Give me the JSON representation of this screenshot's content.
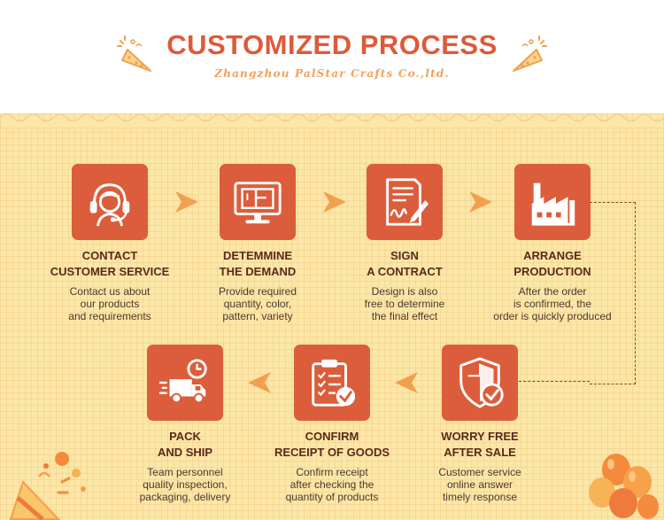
{
  "header": {
    "title": "CUSTOMIZED PROCESS",
    "subtitle": "Zhangzhou PalStar Crafts Co.,ltd."
  },
  "steps": [
    {
      "icon": "headset-agent-icon",
      "title_line1": "CONTACT",
      "title_line2": "CUSTOMER SERVICE",
      "desc_line1": "Contact us about",
      "desc_line2": "our products",
      "desc_line3": "and requirements"
    },
    {
      "icon": "monitor-layout-icon",
      "title_line1": "DETEMMINE",
      "title_line2": "THE DEMAND",
      "desc_line1": "Provide required",
      "desc_line2": "quantity, color,",
      "desc_line3": "pattern, variety"
    },
    {
      "icon": "sign-document-icon",
      "title_line1": "SIGN",
      "title_line2": "A CONTRACT",
      "desc_line1": "Design is also",
      "desc_line2": "free to determine",
      "desc_line3": "the final effect"
    },
    {
      "icon": "factory-icon",
      "title_line1": "ARRANGE",
      "title_line2": "PRODUCTION",
      "desc_line1": "After the order",
      "desc_line2": "is confirmed, the",
      "desc_line3": "order is quickly produced"
    },
    {
      "icon": "shield-check-icon",
      "title_line1": "WORRY FREE",
      "title_line2": "AFTER SALE",
      "desc_line1": "Customer service",
      "desc_line2": "online answer",
      "desc_line3": "timely response"
    },
    {
      "icon": "clipboard-check-icon",
      "title_line1": "CONFIRM",
      "title_line2": "RECEIPT OF GOODS",
      "desc_line1": "Confirm receipt",
      "desc_line2": "after checking the",
      "desc_line3": "quantity of products"
    },
    {
      "icon": "delivery-truck-icon",
      "title_line1": "PACK",
      "title_line2": "AND SHIP",
      "desc_line1": "Team personnel",
      "desc_line2": "quality inspection,",
      "desc_line3": "packaging, delivery"
    }
  ],
  "colors": {
    "accent": "#dc5d3b",
    "background": "#fbe7a7",
    "arrow": "#f0a04f",
    "title": "#dd5a3a",
    "subtitle": "#f1a25a",
    "text_dark": "#5a2a1d"
  }
}
